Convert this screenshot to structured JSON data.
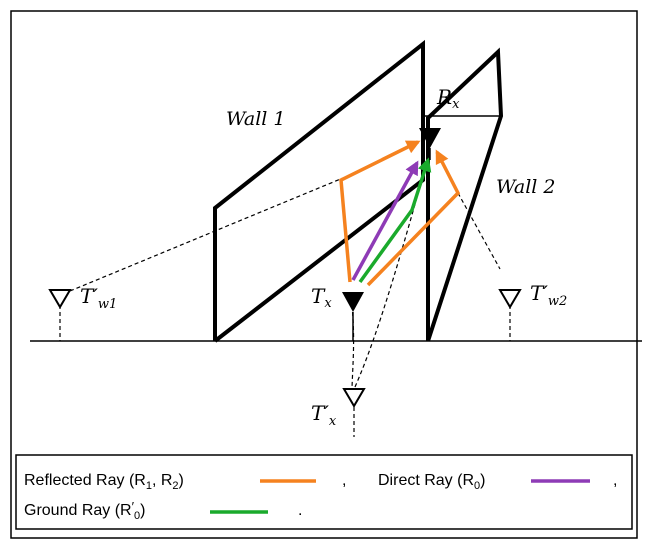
{
  "labels": {
    "wall1": "Wall 1",
    "wall2": "Wall 2",
    "rx": "R",
    "rx_sub": "x",
    "tx": "T",
    "tx_sub": "x",
    "tw1": "T′",
    "tw1_sub": "w1",
    "tw2": "T′",
    "tw2_sub": "w2",
    "txp": "T′",
    "txp_sub": "x"
  },
  "legend": {
    "reflected": "Reflected Ray (R",
    "reflected_sub1": "1",
    "reflected_mid": ", R",
    "reflected_sub2": "2",
    "reflected_end": ")",
    "sep1": ",",
    "direct": "Direct Ray (R",
    "direct_sub": "0",
    "direct_end": ")",
    "sep2": ",",
    "ground": "Ground Ray (R",
    "ground_prime": "′",
    "ground_sub": "0",
    "ground_end": ")",
    "sep3": "."
  },
  "colors": {
    "reflected": "#f5821f",
    "direct": "#8e3bb6",
    "ground": "#1aaa2c",
    "walls": "#000000"
  }
}
